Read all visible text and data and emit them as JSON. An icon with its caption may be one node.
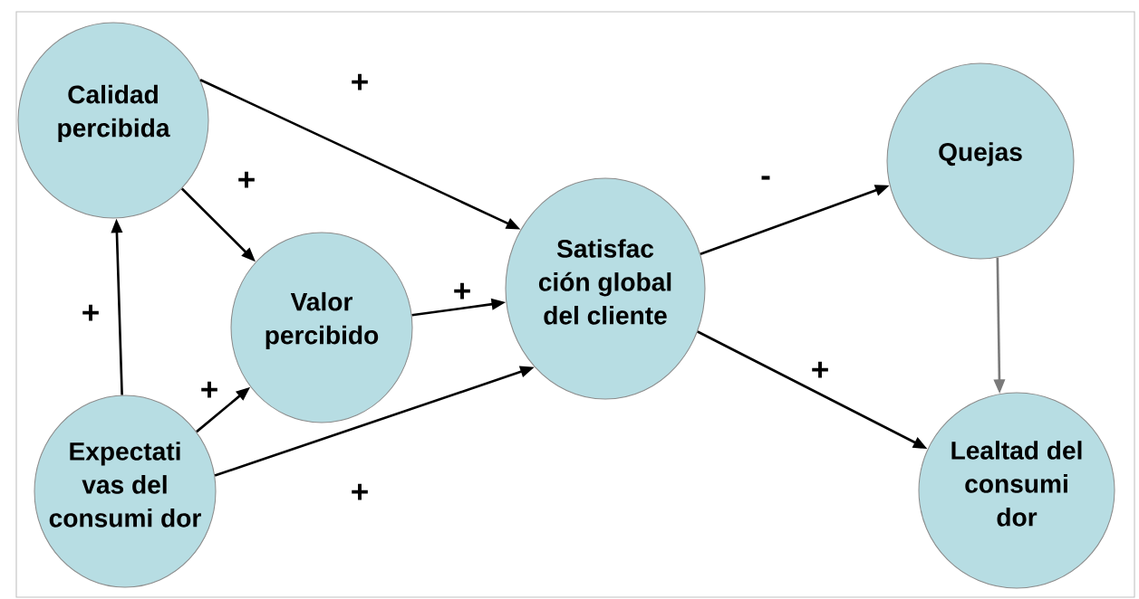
{
  "diagram": {
    "nodes": [
      {
        "text": [
          "Calidad percibida"
        ]
      },
      {
        "text": [
          "Valor percibido"
        ]
      },
      {
        "text": [
          "Satisfac ción global del cliente"
        ]
      },
      {
        "text": [
          "Quejas"
        ]
      },
      {
        "text": [
          "Expectati vas del consumi dor"
        ]
      },
      {
        "text": [
          "Lealtad del consumi dor"
        ]
      }
    ],
    "edges": [
      {
        "from": 0,
        "to": 2,
        "arrow": "to",
        "label": "+"
      },
      {
        "from": 0,
        "to": 1,
        "arrow": "to",
        "label": "+"
      },
      {
        "from": 4,
        "to": 0,
        "arrow": "to",
        "label": "+"
      },
      {
        "from": 4,
        "to": 1,
        "arrow": "to",
        "label": "+"
      },
      {
        "from": 1,
        "to": 2,
        "arrow": "to",
        "label": "+"
      },
      {
        "from": 4,
        "to": 2,
        "arrow": "to",
        "label": "+"
      },
      {
        "from": 2,
        "to": 3,
        "arrow": "to",
        "label": "-"
      },
      {
        "from": 2,
        "to": 5,
        "arrow": "to",
        "label": "+"
      },
      {
        "from": 3,
        "to": 5,
        "arrow": "to",
        "color": "#7a7a7a"
      }
    ]
  }
}
